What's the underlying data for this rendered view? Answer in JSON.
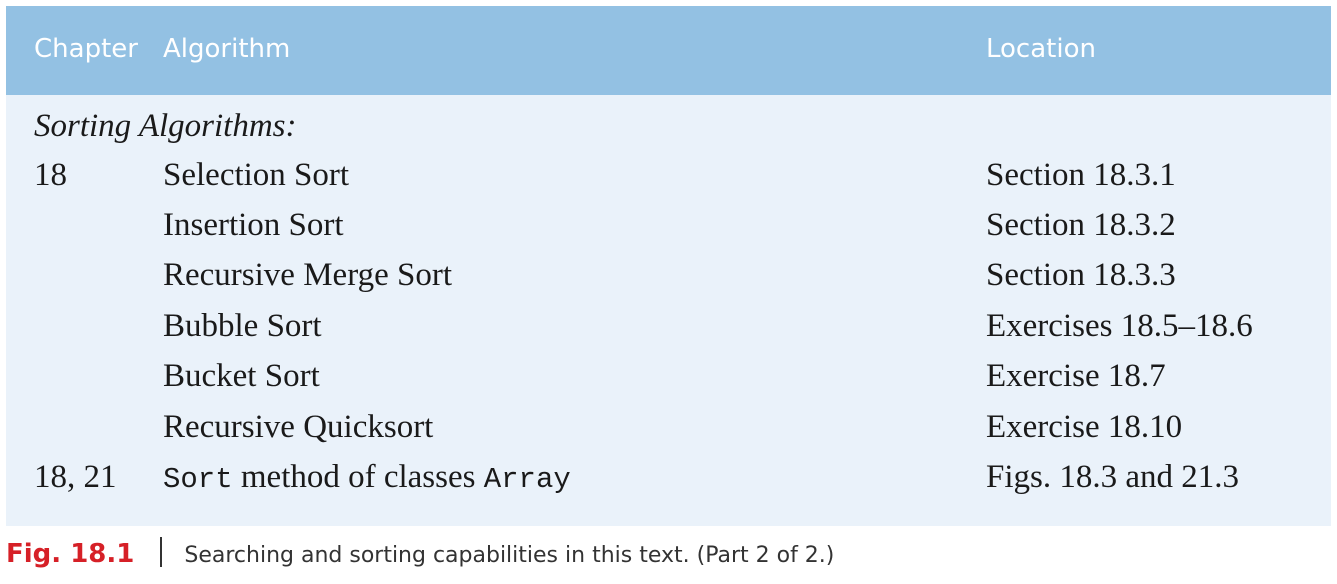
{
  "table": {
    "headers": {
      "chapter": "Chapter",
      "algorithm": "Algorithm",
      "location": "Location"
    },
    "section_title": "Sorting Algorithms:",
    "rows": [
      {
        "chapter": "18",
        "algorithm": "Selection Sort",
        "location": "Section 18.3.1"
      },
      {
        "chapter": "",
        "algorithm": "Insertion Sort",
        "location": "Section 18.3.2"
      },
      {
        "chapter": "",
        "algorithm": "Recursive Merge Sort",
        "location": "Section 18.3.3"
      },
      {
        "chapter": "",
        "algorithm": "Bubble Sort",
        "location": "Exercises 18.5–18.6"
      },
      {
        "chapter": "",
        "algorithm": "Bucket Sort",
        "location": "Exercise 18.7"
      },
      {
        "chapter": "",
        "algorithm": "Recursive Quicksort",
        "location": "Exercise 18.10"
      },
      {
        "chapter": "18, 21",
        "algorithm_parts": {
          "code1": "Sort",
          "text": " method of classes ",
          "code2": "Array"
        },
        "location": "Figs. 18.3 and 21.3"
      }
    ]
  },
  "caption": {
    "label": "Fig. 18.1",
    "text": "Searching and sorting capabilities in this text. (Part 2 of 2.)"
  },
  "colors": {
    "header_bg": "#93c1e3",
    "body_bg": "#eaf2fa",
    "fig_label": "#d62027"
  }
}
